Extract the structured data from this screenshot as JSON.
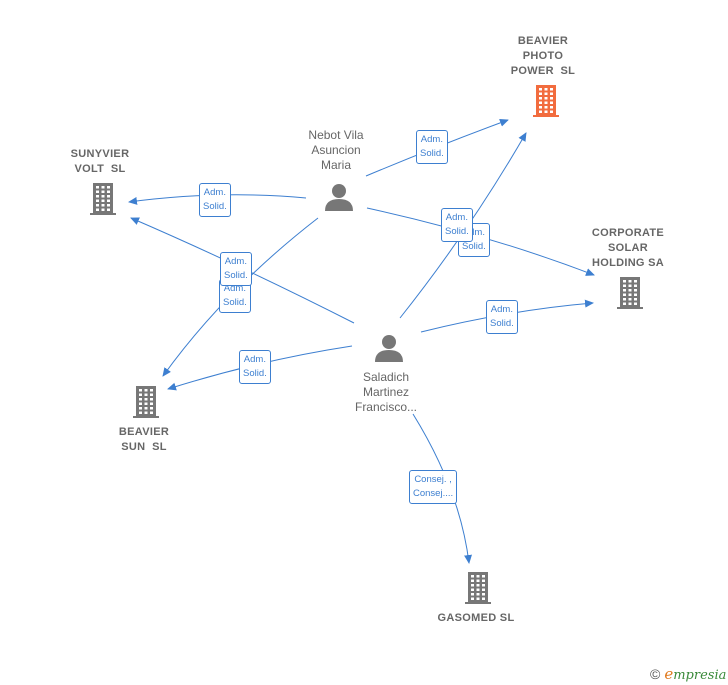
{
  "nodes": {
    "beavier_photo": {
      "type": "company",
      "lines": [
        "BEAVIER",
        "PHOTO",
        "POWER  SL"
      ],
      "color": "#f26c3e"
    },
    "sunyvier": {
      "type": "company",
      "lines": [
        "SUNYVIER",
        "VOLT  SL"
      ],
      "color": "#777777"
    },
    "corporate": {
      "type": "company",
      "lines": [
        "CORPORATE",
        "SOLAR",
        "HOLDING SA"
      ],
      "color": "#777777"
    },
    "beavier_sun": {
      "type": "company",
      "lines": [
        "BEAVIER",
        "SUN  SL"
      ],
      "color": "#777777"
    },
    "gasomed": {
      "type": "company",
      "lines": [
        "GASOMED SL"
      ],
      "color": "#777777"
    },
    "nebot": {
      "type": "person",
      "lines": [
        "Nebot Vila",
        "Asuncion",
        "Maria"
      ],
      "color": "#777777"
    },
    "saladich": {
      "type": "person",
      "lines": [
        "Saladich",
        "Martinez",
        "Francisco..."
      ],
      "color": "#777777"
    }
  },
  "edges": [
    {
      "from": "nebot",
      "to": "beavier_photo",
      "label": [
        "Adm.",
        "Solid."
      ]
    },
    {
      "from": "nebot",
      "to": "sunyvier",
      "label": [
        "Adm.",
        "Solid."
      ]
    },
    {
      "from": "nebot",
      "to": "corporate",
      "label": [
        "Adm.",
        "Solid."
      ]
    },
    {
      "from": "nebot",
      "to": "beavier_sun",
      "label": [
        "Adm.",
        "Solid."
      ]
    },
    {
      "from": "saladich",
      "to": "beavier_photo",
      "label": [
        "Adm.",
        "Solid."
      ]
    },
    {
      "from": "saladich",
      "to": "sunyvier",
      "label": [
        "Adm.",
        "Solid."
      ]
    },
    {
      "from": "saladich",
      "to": "corporate",
      "label": [
        "Adm.",
        "Solid."
      ]
    },
    {
      "from": "saladich",
      "to": "beavier_sun",
      "label": [
        "Adm.",
        "Solid."
      ]
    },
    {
      "from": "saladich",
      "to": "gasomed",
      "label": [
        "Consej. ,",
        "Consej...."
      ]
    }
  ],
  "colors": {
    "edge": "#3d7fd0",
    "company": "#777777",
    "highlight": "#f26c3e"
  },
  "footer": {
    "symbol": "©",
    "brand_initial": "e",
    "brand_rest": "mpresia"
  }
}
